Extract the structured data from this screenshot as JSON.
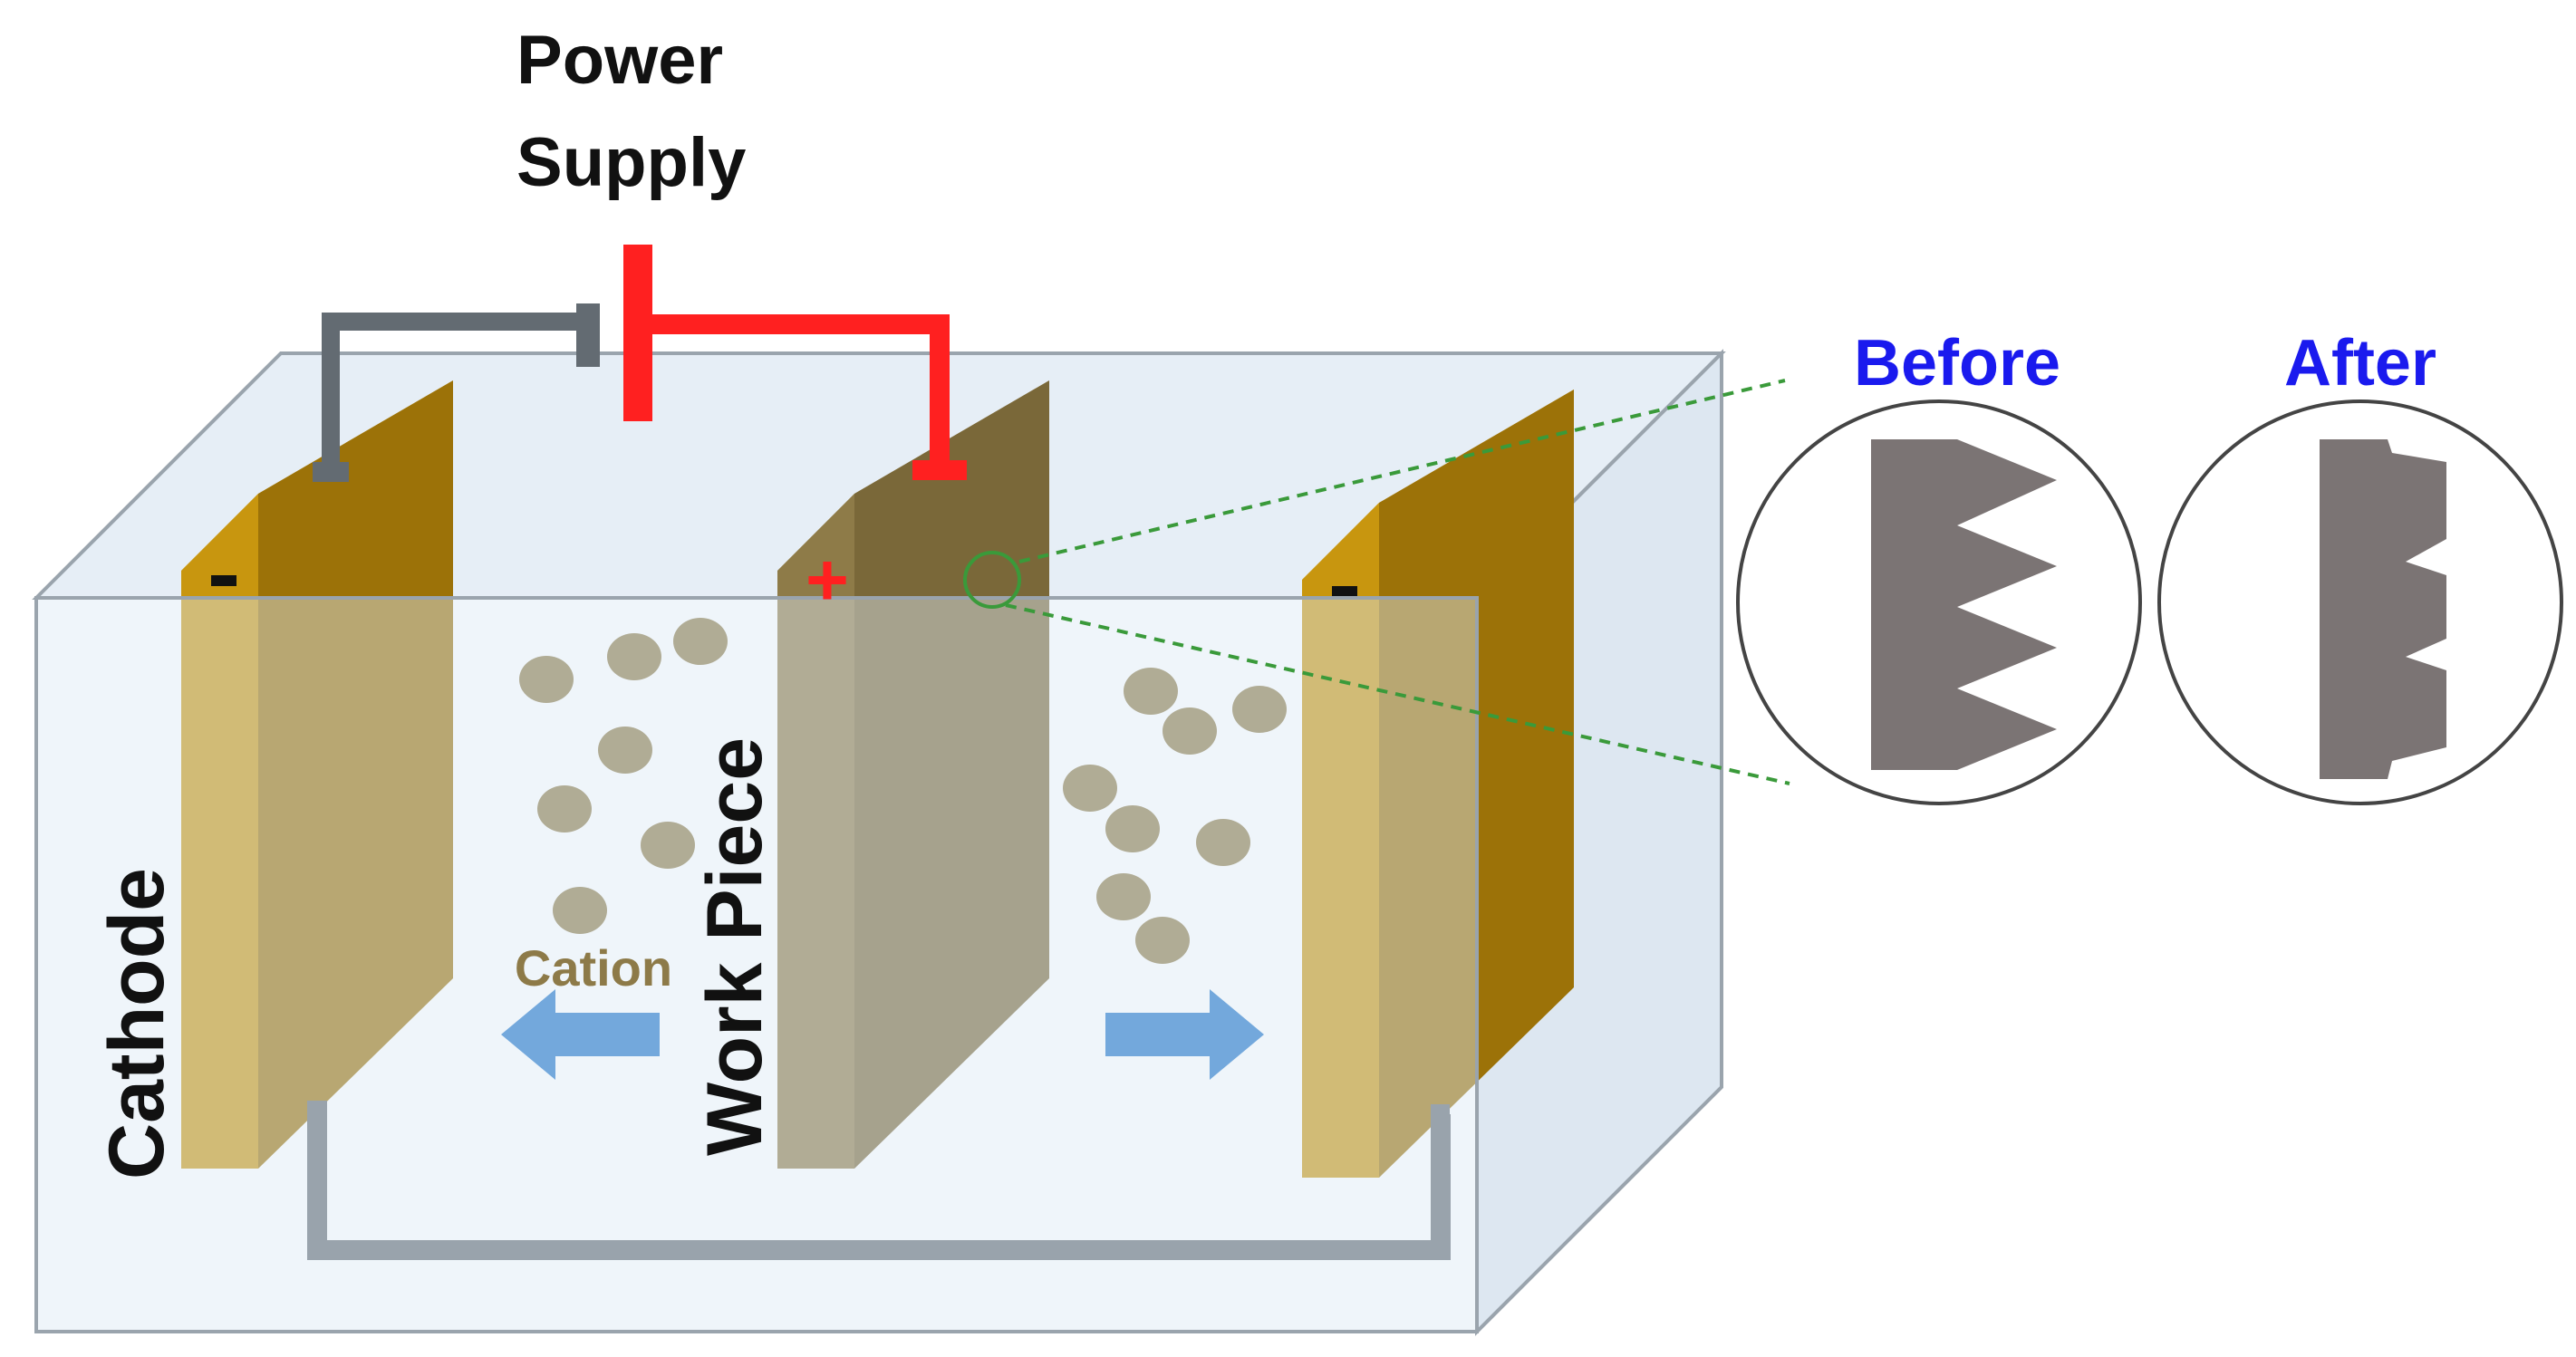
{
  "labels": {
    "power_supply_line1": "Power",
    "power_supply_line2": "Supply",
    "cathode": "Cathode",
    "work_piece": "Work Piece",
    "cation": "Cation",
    "before": "Before",
    "after": "After",
    "positive_sign": "+"
  },
  "colors": {
    "tank_fill": "#eaf1f8",
    "tank_edge": "#9aa4ad",
    "cathode_front": "#c8960f",
    "cathode_side": "#9c7208",
    "cathode_top": "#d8aa33",
    "workpiece_front": "#8e7b48",
    "workpiece_side": "#7a6839",
    "workpiece_top": "#b09a66",
    "positive_wire": "#ff2020",
    "negative_wire": "#636b72",
    "particle": "#8d7a48",
    "arrow": "#1e73c8",
    "label_blue": "#1a1aee",
    "zoom_line": "#3a9a3a",
    "profile_gray": "#7b7474"
  },
  "icons": {
    "arrow_left": "arrow-left-icon",
    "arrow_right": "arrow-right-icon",
    "cathode_terminal": "minus-icon",
    "anode_terminal": "plus-icon"
  }
}
